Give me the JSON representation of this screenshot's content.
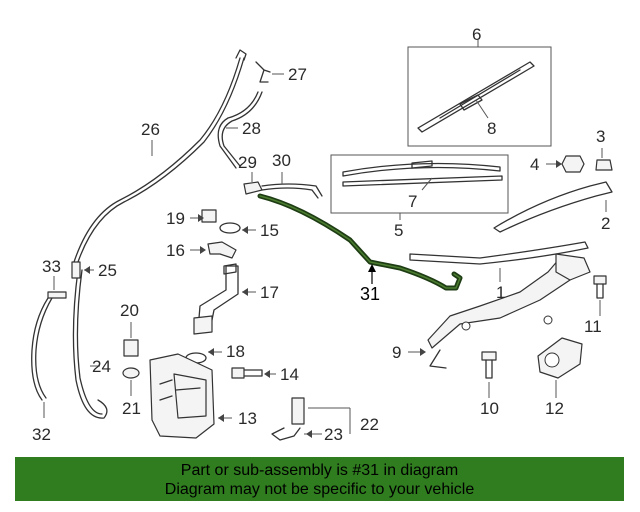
{
  "callouts": {
    "c1": "1",
    "c2": "2",
    "c3": "3",
    "c4": "4",
    "c5": "5",
    "c6": "6",
    "c7": "7",
    "c8": "8",
    "c9": "9",
    "c10": "10",
    "c11": "11",
    "c12": "12",
    "c13": "13",
    "c14": "14",
    "c15": "15",
    "c16": "16",
    "c17": "17",
    "c18": "18",
    "c19": "19",
    "c20": "20",
    "c21": "21",
    "c22": "22",
    "c23": "23",
    "c24": "24",
    "c25": "25",
    "c26": "26",
    "c27": "27",
    "c28": "28",
    "c29": "29",
    "c30": "30",
    "c31": "31",
    "c32": "32",
    "c33": "33"
  },
  "highlight": {
    "part_number": "31",
    "color": "#1e3d14"
  },
  "banner": {
    "line1": "Part or sub-assembly is #31 in diagram",
    "line2": "Diagram may not be specific to your vehicle",
    "background": "#2f7d1f"
  }
}
